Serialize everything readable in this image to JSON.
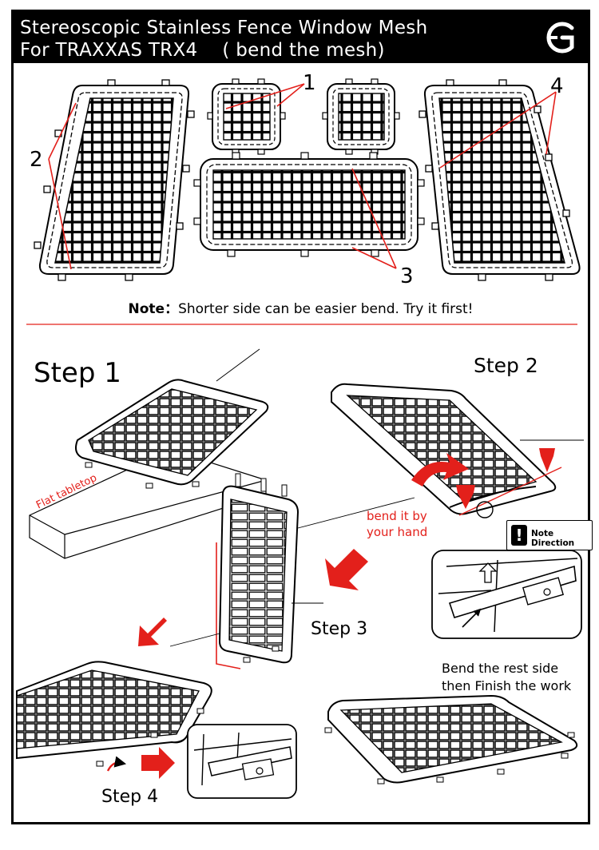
{
  "header": {
    "title_line1": "Stereoscopic Stainless Fence Window Mesh",
    "title_line2": "For TRAXXAS TRX4 　( bend the mesh)",
    "logo_letter": "G"
  },
  "parts": {
    "labels": [
      "1",
      "2",
      "3",
      "4"
    ]
  },
  "note": {
    "prefix": "Note：",
    "text": "Shorter side can be easier bend. Try it first!"
  },
  "steps": {
    "step1": "Step 1",
    "step2": "Step 2",
    "step3": "Step 3",
    "step4": "Step 4"
  },
  "annotations": {
    "flat_tabletop": "Flat tabletop",
    "bend_by_hand_1": "bend it by",
    "bend_by_hand_2": "your hand",
    "note_direction": "Note Direction",
    "finish_1": "Bend the rest side",
    "finish_2": "then Finish the work"
  },
  "colors": {
    "accent_red": "#e3201b",
    "ink": "#000000",
    "background": "#ffffff"
  }
}
